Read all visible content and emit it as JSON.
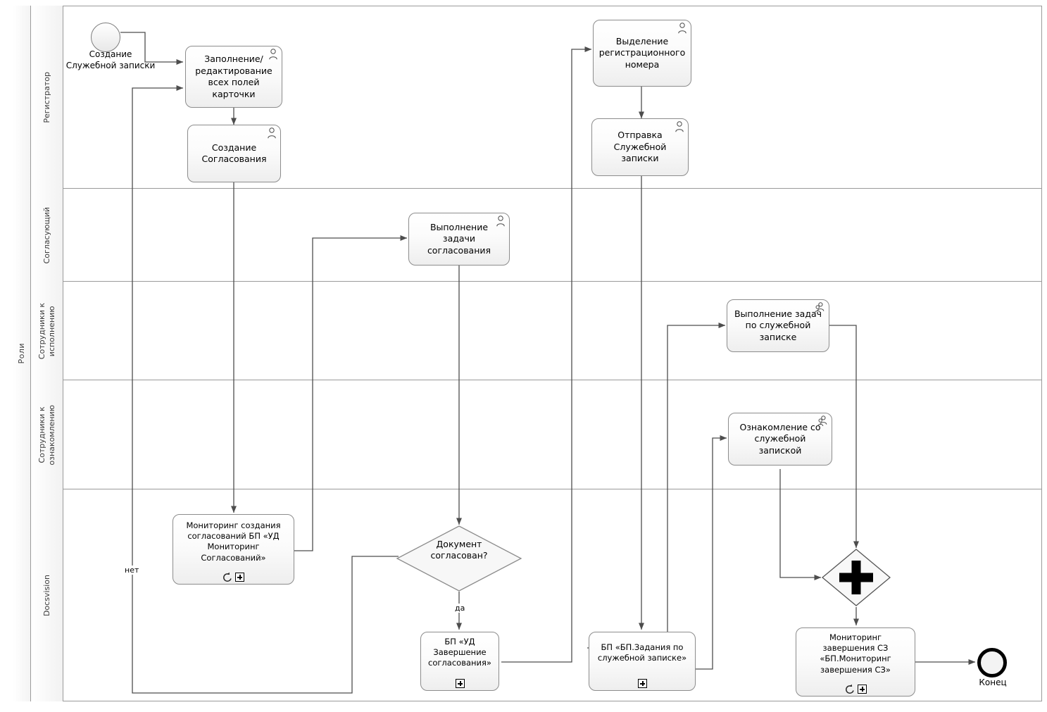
{
  "pool": {
    "label": "Роли"
  },
  "lanes": [
    {
      "label": "Регистратор"
    },
    {
      "label": "Согласующий"
    },
    {
      "label": "Сотрудники к\nисполнению"
    },
    {
      "label": "Сотрудники к\nознакомлению"
    },
    {
      "label": "Docsvision"
    }
  ],
  "events": [
    {
      "id": "start",
      "type": "start",
      "label": "Создание\nСлужебной записки"
    },
    {
      "id": "end",
      "type": "end",
      "label": "Конец"
    }
  ],
  "tasks": [
    {
      "id": "t-fill",
      "lines": [
        "Заполнение/",
        "редактирование",
        "всех полей",
        "карточки"
      ],
      "icon": "user-icon",
      "markers": []
    },
    {
      "id": "t-create",
      "lines": [
        "Создание",
        "Согласования"
      ],
      "icon": "user-icon",
      "markers": []
    },
    {
      "id": "t-regnum",
      "lines": [
        "Выделение",
        "регистрационного",
        "номера"
      ],
      "icon": "user-icon",
      "markers": []
    },
    {
      "id": "t-send",
      "lines": [
        "Отправка",
        "Служебной",
        "записки"
      ],
      "icon": "user-icon",
      "markers": []
    },
    {
      "id": "t-approve",
      "lines": [
        "Выполнение",
        "задачи",
        "согласования"
      ],
      "icon": "user-icon",
      "markers": []
    },
    {
      "id": "t-exec",
      "lines": [
        "Выполнение задач",
        "по служебной",
        "записке"
      ],
      "icon": "multi-user-icon",
      "markers": []
    },
    {
      "id": "t-review",
      "lines": [
        "Ознакомление со",
        "служебной",
        "запиской"
      ],
      "icon": "multi-user-icon",
      "markers": []
    },
    {
      "id": "t-mon-appr",
      "lines": [
        "Мониторинг создания",
        "согласований БП «УД",
        "Мониторинг",
        "Согласований»"
      ],
      "icon": null,
      "markers": [
        "loop-marker",
        "subprocess-plus-marker"
      ]
    },
    {
      "id": "t-sp-appr",
      "lines": [
        "БП «УД",
        "Завершение",
        "согласования»"
      ],
      "icon": null,
      "markers": [
        "subprocess-plus-marker"
      ]
    },
    {
      "id": "t-sp-task",
      "lines": [
        "БП «БП.Задания по",
        "служебной записке»"
      ],
      "icon": null,
      "markers": [
        "subprocess-plus-marker"
      ]
    },
    {
      "id": "t-mon-end",
      "lines": [
        "Мониторинг",
        "завершения СЗ",
        "«БП.Мониторинг",
        "завершения СЗ»"
      ],
      "icon": null,
      "markers": [
        "loop-marker",
        "subprocess-plus-marker"
      ]
    }
  ],
  "gateways": [
    {
      "id": "gw-decision",
      "type": "exclusive",
      "label": "Документ\nсогласован?"
    },
    {
      "id": "gw-parallel",
      "type": "parallel",
      "label": ""
    }
  ],
  "flow_labels": [
    {
      "id": "flow-no",
      "text": "нет"
    },
    {
      "id": "flow-yes",
      "text": "да"
    }
  ],
  "colors": {
    "stroke": "#8c8c8c",
    "flow": "#4d4d4d",
    "lane_border": "#9a9a9a",
    "text": "#000000"
  }
}
